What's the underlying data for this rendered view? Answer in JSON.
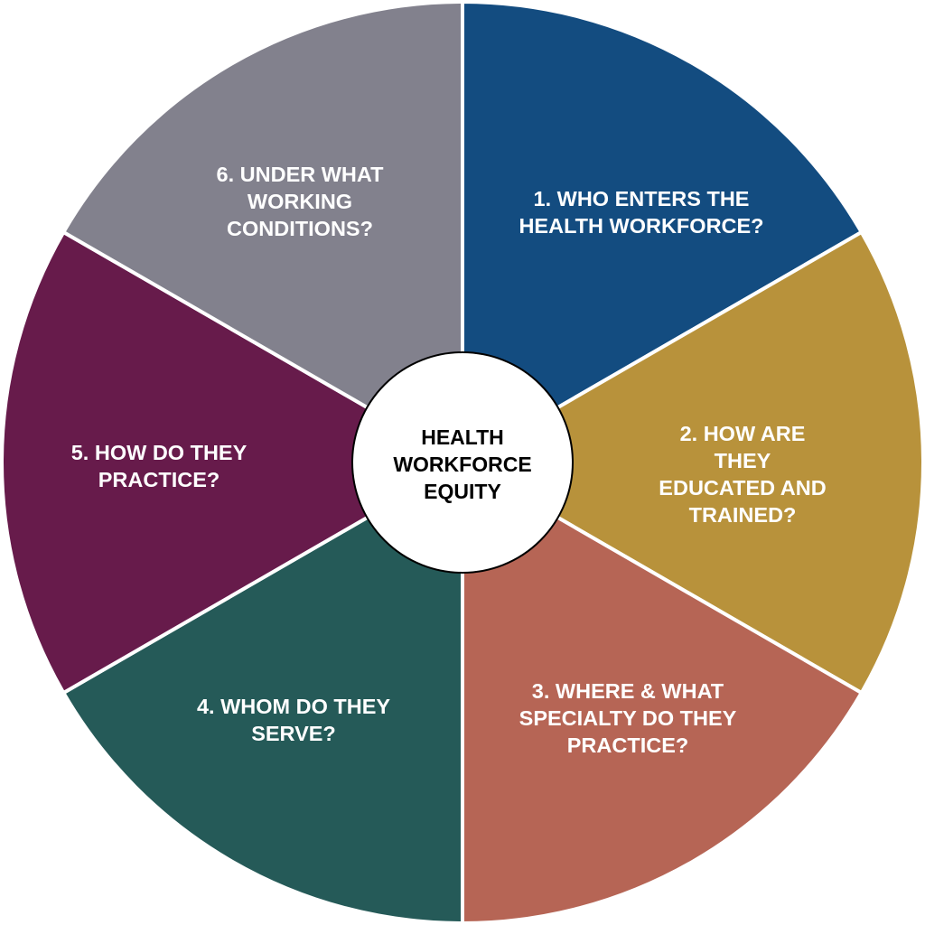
{
  "hub": {
    "label": "HEALTH\nWORKFORCE\nEQUITY",
    "fill": "#ffffff",
    "stroke": "#000000"
  },
  "segments": [
    {
      "label": "1. WHO ENTERS THE\nHEALTH WORKFORCE?",
      "color": "#134c80"
    },
    {
      "label": "2. HOW ARE THEY\nEDUCATED AND\nTRAINED?",
      "color": "#b8923b"
    },
    {
      "label": "3. WHERE & WHAT\nSPECIALTY DO THEY\nPRACTICE?",
      "color": "#b66555"
    },
    {
      "label": "4. WHOM DO THEY\nSERVE?",
      "color": "#255a58"
    },
    {
      "label": "5. HOW DO THEY\nPRACTICE?",
      "color": "#671b4b"
    },
    {
      "label": "6. UNDER WHAT\nWORKING\nCONDITIONS?",
      "color": "#82818d"
    }
  ]
}
